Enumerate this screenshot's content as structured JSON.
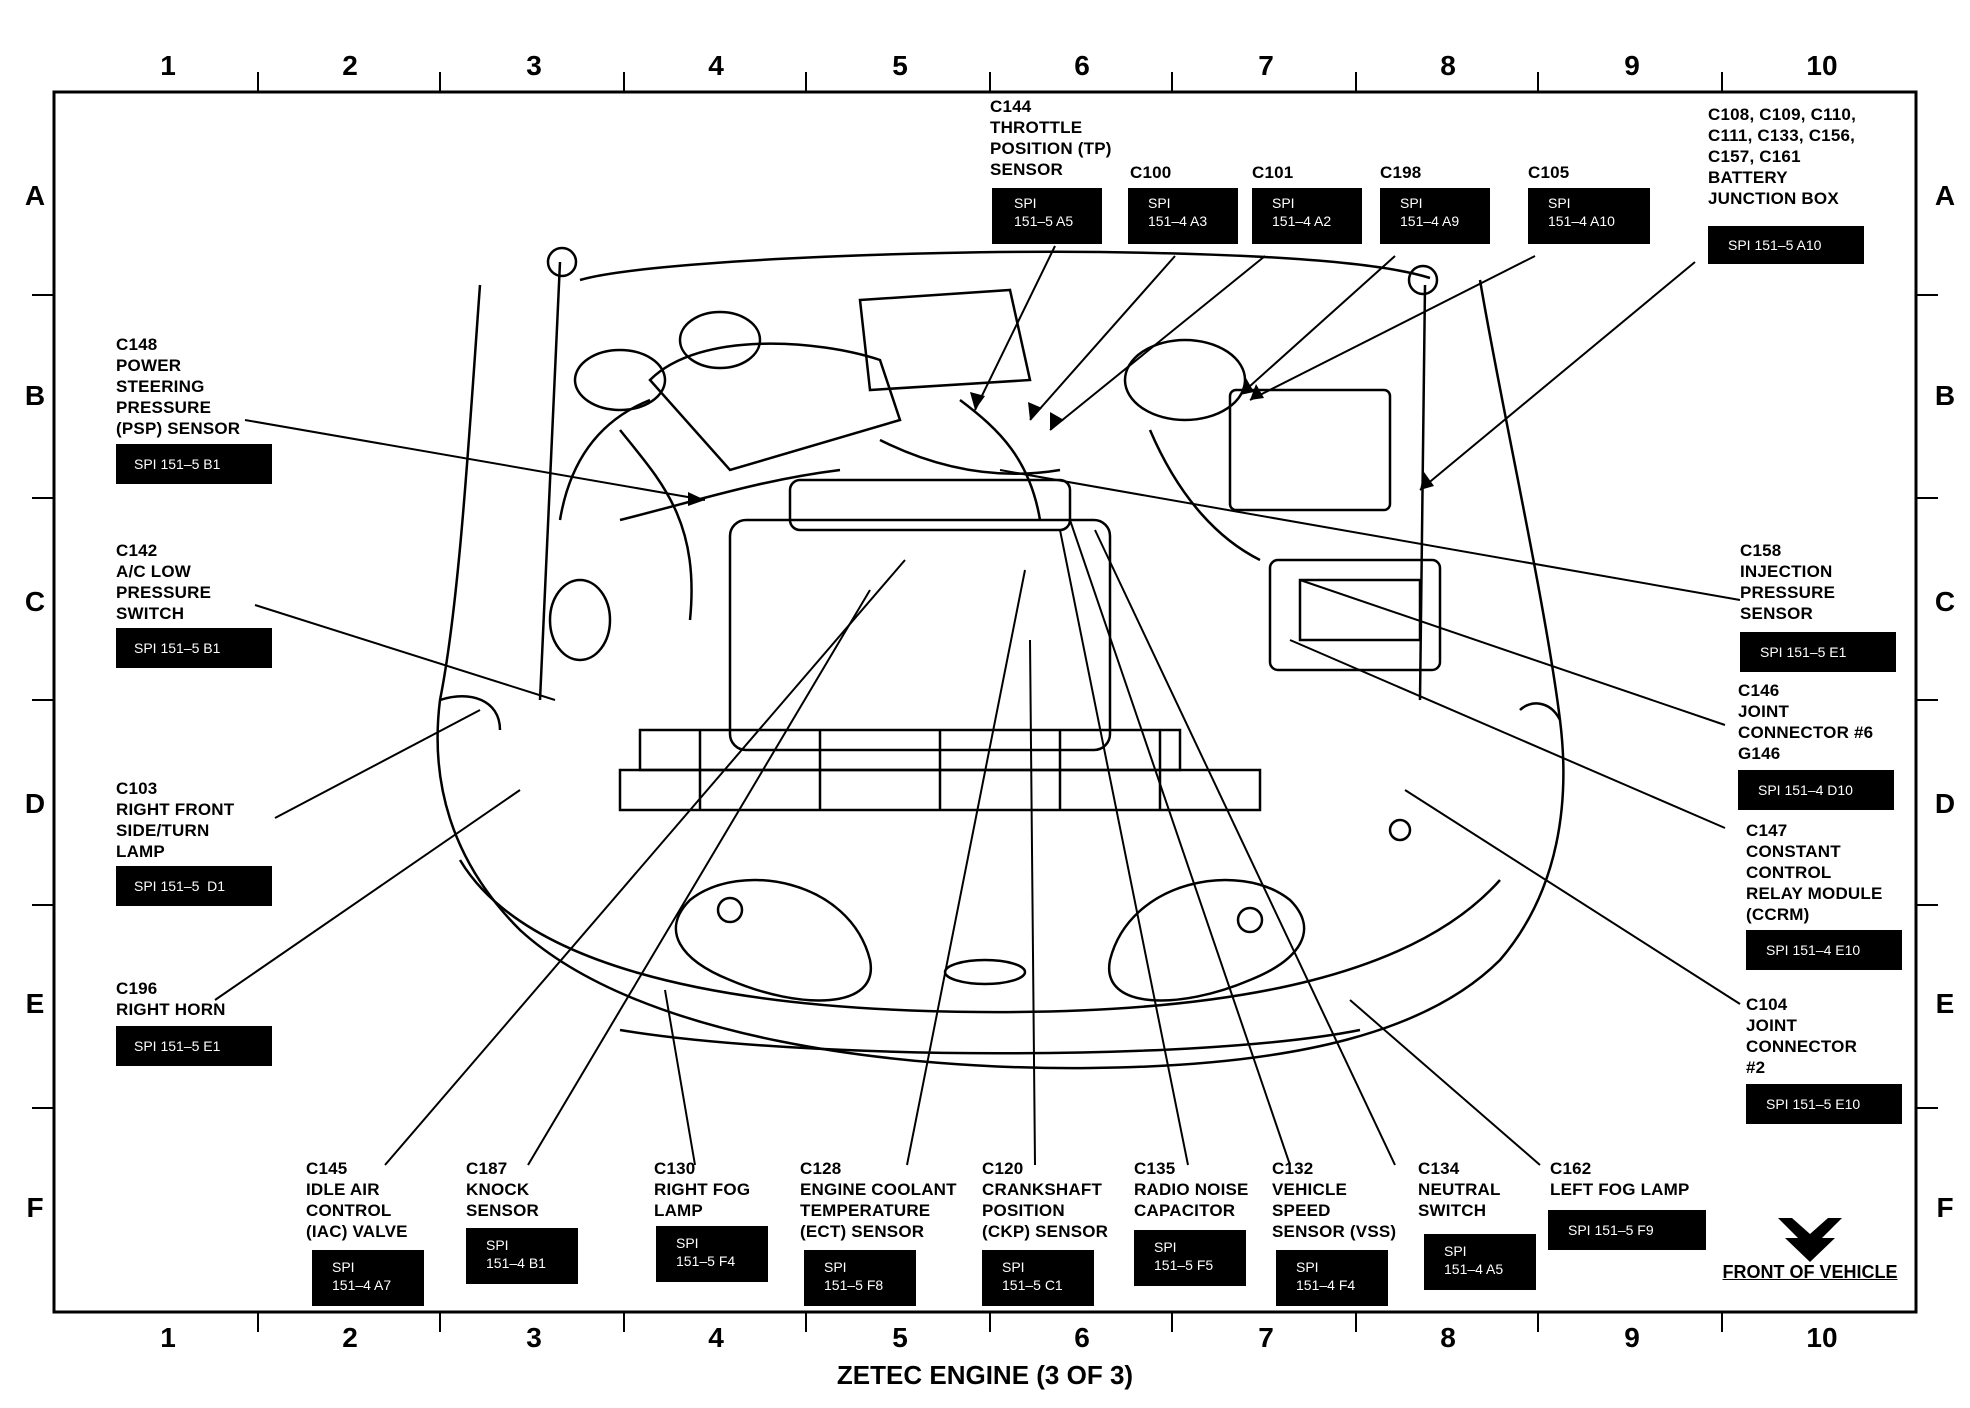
{
  "title": "ZETEC ENGINE (3 OF 3)",
  "front_label": "FRONT OF VEHICLE",
  "grid": {
    "columns": [
      "1",
      "2",
      "3",
      "4",
      "5",
      "6",
      "7",
      "8",
      "9",
      "10"
    ],
    "rows": [
      "A",
      "B",
      "C",
      "D",
      "E",
      "F"
    ]
  },
  "callouts": [
    {
      "id": "c144",
      "label": "C144\nTHROTTLE\nPOSITION (TP)\nSENSOR",
      "ref": "SPI\n151–5 A5"
    },
    {
      "id": "c100",
      "label": "C100",
      "ref": "SPI\n151–4 A3"
    },
    {
      "id": "c101",
      "label": "C101",
      "ref": "SPI\n151–4 A2"
    },
    {
      "id": "c198",
      "label": "C198",
      "ref": "SPI\n151–4 A9"
    },
    {
      "id": "c105",
      "label": "C105",
      "ref": "SPI\n151–4 A10"
    },
    {
      "id": "c108",
      "label": "C108, C109, C110,\nC111, C133, C156,\nC157, C161\nBATTERY\nJUNCTION BOX",
      "ref": "SPI 151–5 A10"
    },
    {
      "id": "c148",
      "label": "C148\nPOWER\nSTEERING\nPRESSURE\n(PSP) SENSOR",
      "ref": "SPI 151–5 B1"
    },
    {
      "id": "c142",
      "label": "C142\nA/C LOW\nPRESSURE\nSWITCH",
      "ref": "SPI 151–5 B1"
    },
    {
      "id": "c103",
      "label": "C103\nRIGHT FRONT\nSIDE/TURN\nLAMP",
      "ref": "SPI 151–5  D1"
    },
    {
      "id": "c196",
      "label": "C196\nRIGHT HORN",
      "ref": "SPI 151–5 E1"
    },
    {
      "id": "c158",
      "label": "C158\nINJECTION\nPRESSURE\nSENSOR",
      "ref": "SPI 151–5 E1"
    },
    {
      "id": "c146",
      "label": "C146\nJOINT\nCONNECTOR #6\nG146",
      "ref": "SPI 151–4 D10"
    },
    {
      "id": "c147",
      "label": "C147\nCONSTANT\nCONTROL\nRELAY MODULE\n(CCRM)",
      "ref": "SPI 151–4 E10"
    },
    {
      "id": "c104",
      "label": "C104\nJOINT\nCONNECTOR\n#2",
      "ref": "SPI 151–5 E10"
    },
    {
      "id": "c145",
      "label": "C145\nIDLE AIR\nCONTROL\n(IAC) VALVE",
      "ref": "SPI\n151–4 A7"
    },
    {
      "id": "c187",
      "label": "C187\nKNOCK\nSENSOR",
      "ref": "SPI\n151–4 B1"
    },
    {
      "id": "c130",
      "label": "C130\nRIGHT FOG\nLAMP",
      "ref": "SPI\n151–5 F4"
    },
    {
      "id": "c128",
      "label": "C128\nENGINE COOLANT\nTEMPERATURE\n(ECT) SENSOR",
      "ref": "SPI\n151–5 F8"
    },
    {
      "id": "c120",
      "label": "C120\nCRANKSHAFT\nPOSITION\n(CKP) SENSOR",
      "ref": "SPI\n151–5 C1"
    },
    {
      "id": "c135",
      "label": "C135\nRADIO NOISE\nCAPACITOR",
      "ref": "SPI\n151–5 F5"
    },
    {
      "id": "c132",
      "label": "C132\nVEHICLE\nSPEED\nSENSOR (VSS)",
      "ref": "SPI\n151–4 F4"
    },
    {
      "id": "c134",
      "label": "C134\nNEUTRAL\nSWITCH",
      "ref": "SPI\n151–4 A5"
    },
    {
      "id": "c162",
      "label": "C162\nLEFT FOG LAMP",
      "ref": "SPI 151–5 F9"
    }
  ]
}
